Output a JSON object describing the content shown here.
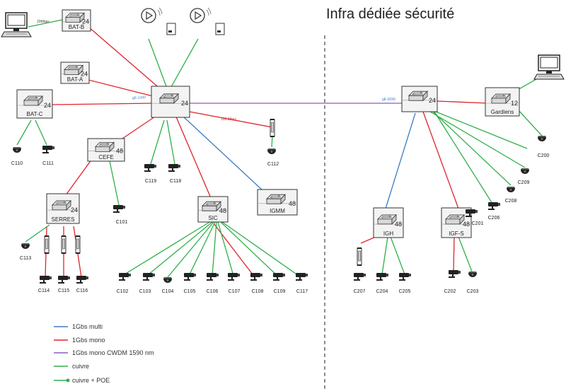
{
  "title": "Infra dédiée sécurité",
  "colors": {
    "multi": "#3b7cc4",
    "mono": "#e0242c",
    "cwdm": "#8a5cc2",
    "cuivre": "#2eb04a",
    "cuivre_poe": "#2eb04a",
    "divider": "#444444",
    "switch_fill": "#f3f3f3",
    "accent_port_num": "#1f5fb8",
    "accent_small": "#e87a1a"
  },
  "legend": [
    {
      "key": "multi",
      "label": "1Gbs multi",
      "style": "line"
    },
    {
      "key": "mono",
      "label": "1Gbs mono",
      "style": "line"
    },
    {
      "key": "cwdm",
      "label": "1Gbs mono CWDM 1590 nm",
      "style": "line"
    },
    {
      "key": "cuivre",
      "label": "cuivre",
      "style": "line"
    },
    {
      "key": "cuivre_poe",
      "label": "cuivre + POE",
      "style": "dot"
    }
  ],
  "switches": [
    {
      "id": "bat-b",
      "name": "BAT-B",
      "ports": "24"
    },
    {
      "id": "bat-a",
      "name": "BAT-A",
      "ports": "24"
    },
    {
      "id": "bat-c",
      "name": "BAT-C",
      "ports": "24"
    },
    {
      "id": "core-left",
      "name": "",
      "ports": "24"
    },
    {
      "id": "cefe",
      "name": "CEFE",
      "ports": "48"
    },
    {
      "id": "serres",
      "name": "SERRES",
      "ports": "24"
    },
    {
      "id": "sic",
      "name": "SIC",
      "ports": "48"
    },
    {
      "id": "igmm",
      "name": "IGMM",
      "ports": "48"
    },
    {
      "id": "core-right",
      "name": "",
      "ports": "24"
    },
    {
      "id": "gardiens",
      "name": "Gardiens",
      "ports": "12"
    },
    {
      "id": "igh",
      "name": "IGH",
      "ports": "48"
    },
    {
      "id": "igf-s",
      "name": "IGF-S",
      "ports": "48"
    }
  ],
  "cameras": [
    "C110",
    "C111",
    "C119",
    "C118",
    "C112",
    "C101",
    "C113",
    "C114",
    "C115",
    "C116",
    "C102",
    "C103",
    "C104",
    "C105",
    "C106",
    "C107",
    "C108",
    "C109",
    "C117",
    "C209",
    "C208",
    "C206",
    "C201",
    "C207",
    "C204",
    "C205",
    "C202",
    "C203",
    "C200"
  ],
  "link_labels": {
    "bat_b_to_pc": "20Mbps",
    "cwdm": "gE-1/0/0",
    "right_core_port": "gE-0/0/0",
    "to_112": "100 Mbps"
  }
}
